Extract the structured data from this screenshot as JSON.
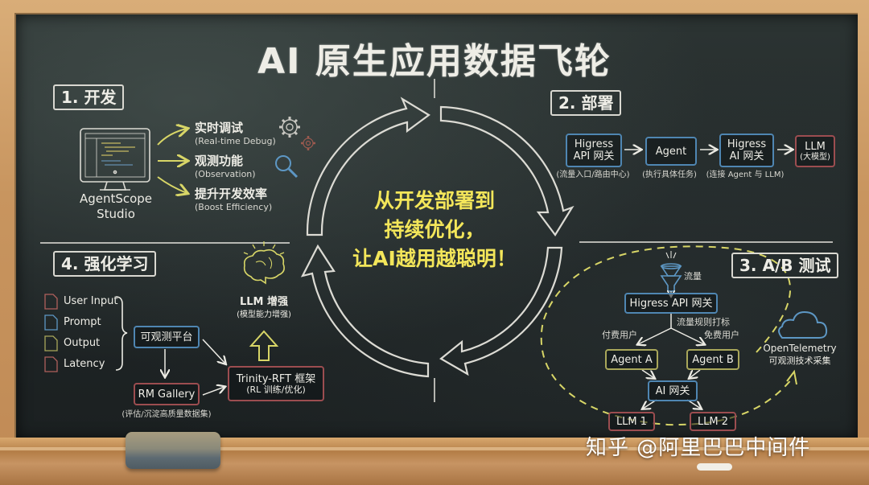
{
  "title": "AI 原生应用数据飞轮",
  "center_message": {
    "line1": "从开发部署到",
    "line2": "持续优化，",
    "line3": "让AI越用越聪明！"
  },
  "sections": {
    "develop": {
      "label": "1. 开发",
      "tool": {
        "name_line1": "AgentScope",
        "name_line2": "Studio",
        "icon": "monitor-code-icon"
      },
      "features": [
        {
          "cn": "实时调试",
          "en": "(Real-time Debug)",
          "icon": "gear-icon"
        },
        {
          "cn": "观测功能",
          "en": "(Observation)",
          "icon": "magnifier-icon"
        },
        {
          "cn": "提升开发效率",
          "en": "(Boost Efficiency)"
        }
      ]
    },
    "deploy": {
      "label": "2. 部署",
      "nodes": [
        {
          "line1": "Higress",
          "line2": "API 网关",
          "caption": "(流量入口/路由中心)",
          "color": "#4f86b2"
        },
        {
          "line1": "Agent",
          "line2": "",
          "caption": "(执行具体任务)",
          "color": "#4f86b2"
        },
        {
          "line1": "Higress",
          "line2": "AI 网关",
          "caption": "(连接 Agent 与 LLM)",
          "color": "#4f86b2"
        },
        {
          "line1": "LLM",
          "line2": "(大模型)",
          "caption": "",
          "color": "#9c4d50"
        }
      ]
    },
    "ab_test": {
      "label": "3. A/B 测试",
      "traffic_label": "流量",
      "gateway": "Higress API 网关",
      "rule_label": "流量规则打标",
      "branch_left": "付费用户",
      "branch_right": "免费用户",
      "agent_a": "Agent A",
      "agent_b": "Agent B",
      "ai_gateway": "AI 网关",
      "llm1": "LLM 1",
      "llm2": "LLM 2",
      "telemetry_line1": "OpenTelemetry",
      "telemetry_line2": "可观测技术采集"
    },
    "rl": {
      "label": "4. 强化学习",
      "sources": [
        "User Input",
        "Prompt",
        "Output",
        "Latency"
      ],
      "observability": "可观测平台",
      "rm_gallery": "RM Gallery",
      "rm_caption": "(评估/沉淀高质量数据集)",
      "trinity_line1": "Trinity-RFT 框架",
      "trinity_line2": "(RL 训练/优化)",
      "llm_boost_line1": "LLM 增强",
      "llm_boost_line2": "(模型能力增强)"
    }
  },
  "colors": {
    "chalk": "#ecebe4",
    "yellow": "#f3e65a",
    "blue": "#4f86b2",
    "red": "#9c4d50",
    "olive": "#a9a75a",
    "board": "#1f2526",
    "frame": "#c8955f"
  },
  "watermark": "知乎 @阿里巴巴中间件"
}
